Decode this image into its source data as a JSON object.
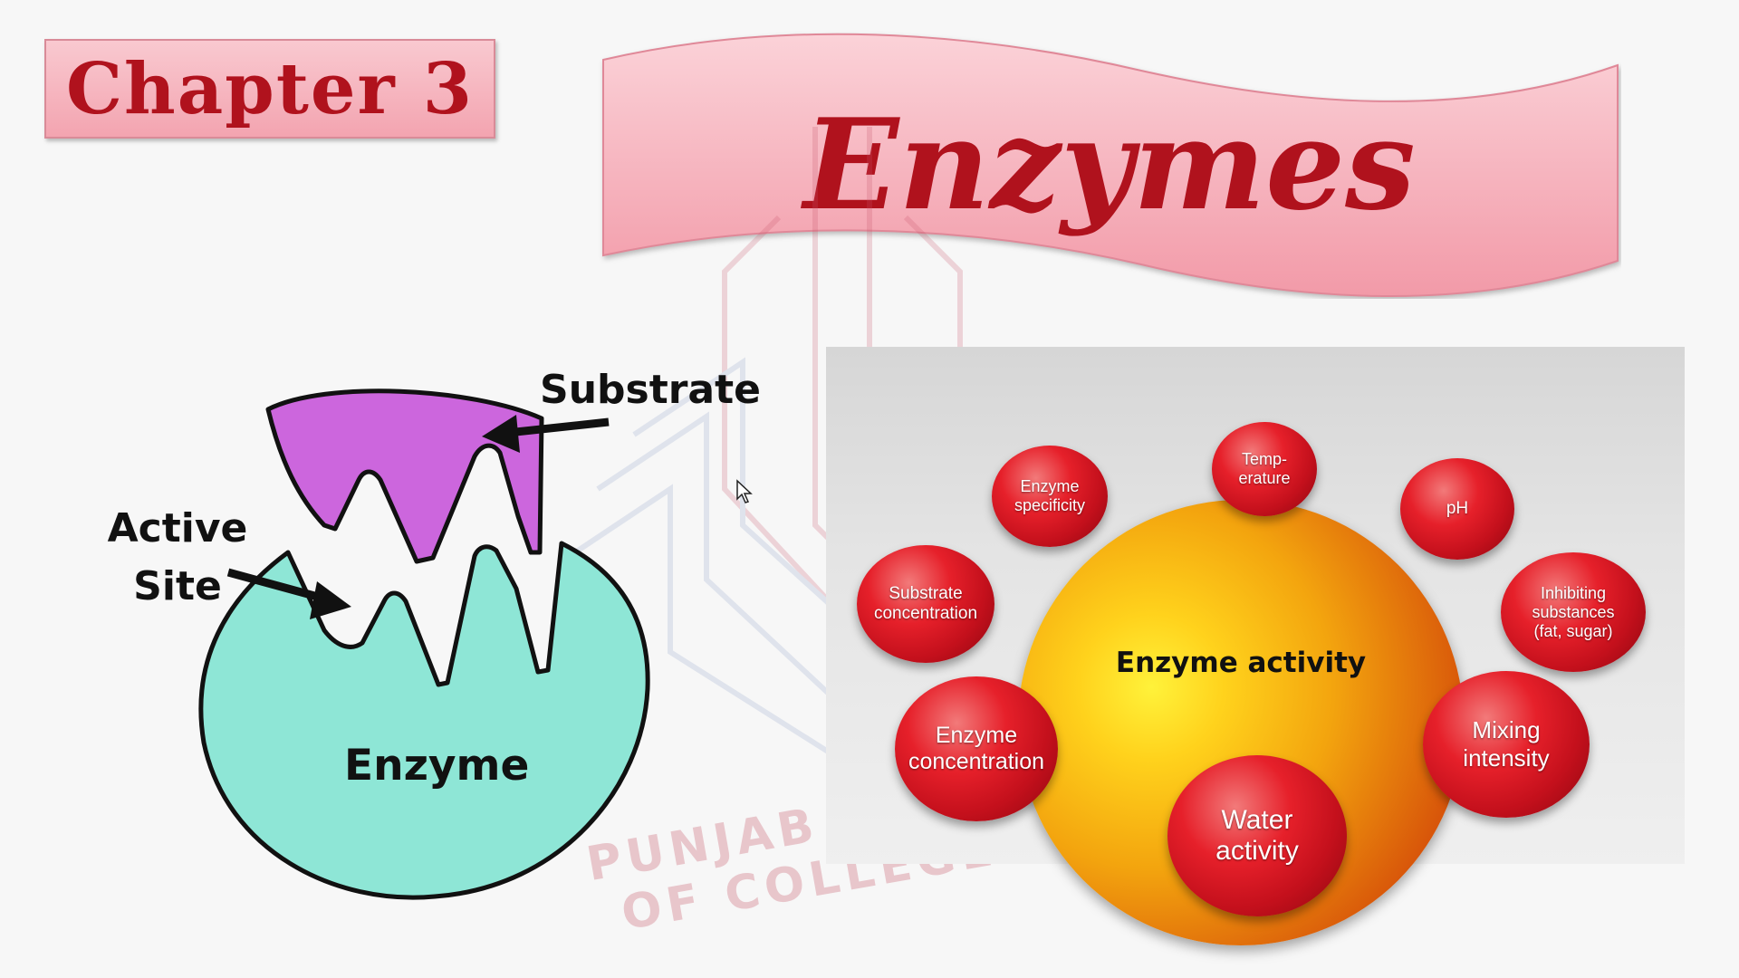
{
  "header": {
    "chapter_label": "Chapter 3",
    "title": "Enzymes"
  },
  "lock_key_diagram": {
    "substrate_label": "Substrate",
    "active_label_line1": "Active",
    "active_label_line2": "Site",
    "enzyme_label": "Enzyme",
    "colors": {
      "substrate": "#cc66dd",
      "enzyme": "#8ee6d6",
      "outline": "#111111"
    }
  },
  "activity_diagram": {
    "center_label": "Enzyme activity",
    "factors": [
      {
        "id": "specificity",
        "line1": "Enzyme",
        "line2": "specificity"
      },
      {
        "id": "temp",
        "line1": "Temp-",
        "line2": "erature"
      },
      {
        "id": "ph",
        "line1": "pH"
      },
      {
        "id": "substrate",
        "line1": "Substrate",
        "line2": "concentration"
      },
      {
        "id": "inhibiting",
        "line1": "Inhibiting",
        "line2": "substances",
        "line3": "(fat, sugar)"
      },
      {
        "id": "enzconc",
        "line1": "Enzyme",
        "line2": "concentration"
      },
      {
        "id": "mixing",
        "line1": "Mixing",
        "line2": "intensity"
      },
      {
        "id": "water",
        "line1": "Water",
        "line2": "activity"
      }
    ],
    "colors": {
      "center_hot": "#fff23a",
      "center_edge": "#a8300a",
      "factor": "#e6202a"
    }
  },
  "watermark": {
    "text": "PUNJAB GROUP OF COLLEGES"
  },
  "colors": {
    "title_red": "#b0121d",
    "banner_pink": "#f6b6c0"
  }
}
